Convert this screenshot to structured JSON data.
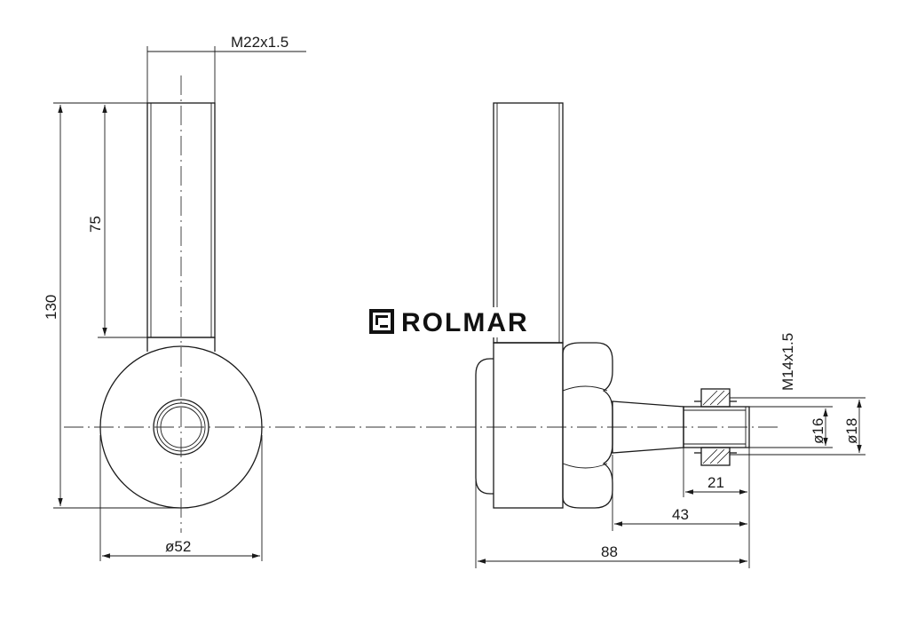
{
  "dimensions": {
    "thread_major": "M22x1.5",
    "total_height": "130",
    "thread_length": "75",
    "wheel_diameter": "ø52",
    "thread_minor": "M14x1.5",
    "diameter_16": "ø16",
    "diameter_18": "ø18",
    "length_21": "21",
    "length_43": "43",
    "length_88": "88"
  },
  "brand": {
    "name": "ROLMAR",
    "logo_icon": "rolmar-logo-icon"
  },
  "colors": {
    "line": "#1a1a1a",
    "brand": "#111111"
  }
}
